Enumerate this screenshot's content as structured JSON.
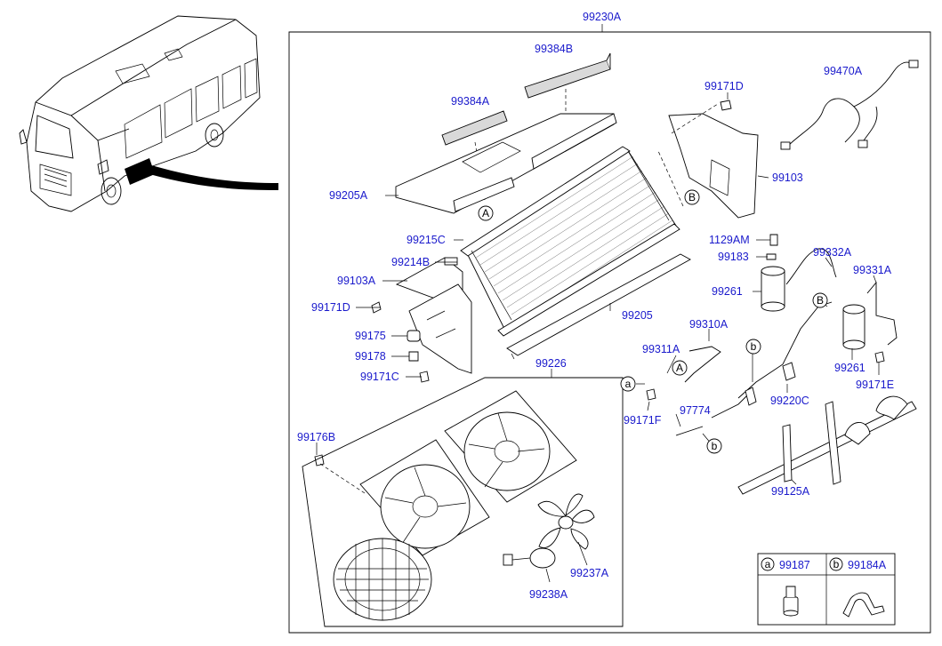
{
  "assembly_label": "99230A",
  "part_labels": [
    {
      "id": "p99384B",
      "text": "99384B"
    },
    {
      "id": "p99384A",
      "text": "99384A"
    },
    {
      "id": "p99171D_top",
      "text": "99171D"
    },
    {
      "id": "p99470A",
      "text": "99470A"
    },
    {
      "id": "p99103_right",
      "text": "99103"
    },
    {
      "id": "p99205A",
      "text": "99205A"
    },
    {
      "id": "p99215C",
      "text": "99215C"
    },
    {
      "id": "p99214B",
      "text": "99214B"
    },
    {
      "id": "p99103A",
      "text": "99103A"
    },
    {
      "id": "p99171D_left",
      "text": "99171D"
    },
    {
      "id": "p99205",
      "text": "99205"
    },
    {
      "id": "p99175",
      "text": "99175"
    },
    {
      "id": "p99178",
      "text": "99178"
    },
    {
      "id": "p99171C",
      "text": "99171C"
    },
    {
      "id": "p99226",
      "text": "99226"
    },
    {
      "id": "p99176B",
      "text": "99176B"
    },
    {
      "id": "p1129AM",
      "text": "1129AM"
    },
    {
      "id": "p99183",
      "text": "99183"
    },
    {
      "id": "p99332A",
      "text": "99332A"
    },
    {
      "id": "p99331A",
      "text": "99331A"
    },
    {
      "id": "p99261_l",
      "text": "99261"
    },
    {
      "id": "p99261_r",
      "text": "99261"
    },
    {
      "id": "p99171E",
      "text": "99171E"
    },
    {
      "id": "p99310A",
      "text": "99310A"
    },
    {
      "id": "p99311A",
      "text": "99311A"
    },
    {
      "id": "p99220C",
      "text": "99220C"
    },
    {
      "id": "p97774",
      "text": "97774"
    },
    {
      "id": "p99171F",
      "text": "99171F"
    },
    {
      "id": "p99125A",
      "text": "99125A"
    },
    {
      "id": "p99237A",
      "text": "99237A"
    },
    {
      "id": "p99238A",
      "text": "99238A"
    }
  ],
  "callouts": [
    {
      "id": "cA1",
      "text": "A"
    },
    {
      "id": "cB1",
      "text": "B"
    },
    {
      "id": "cB2",
      "text": "B"
    },
    {
      "id": "cA2",
      "text": "A"
    },
    {
      "id": "cb1",
      "text": "b"
    },
    {
      "id": "cb2",
      "text": "b"
    },
    {
      "id": "ca1",
      "text": "a"
    }
  ],
  "legend": {
    "a_marker": "a",
    "a_part": "99187",
    "b_marker": "b",
    "b_part": "99184A"
  },
  "colors": {
    "label": "#1a1acc",
    "line": "#000000"
  }
}
